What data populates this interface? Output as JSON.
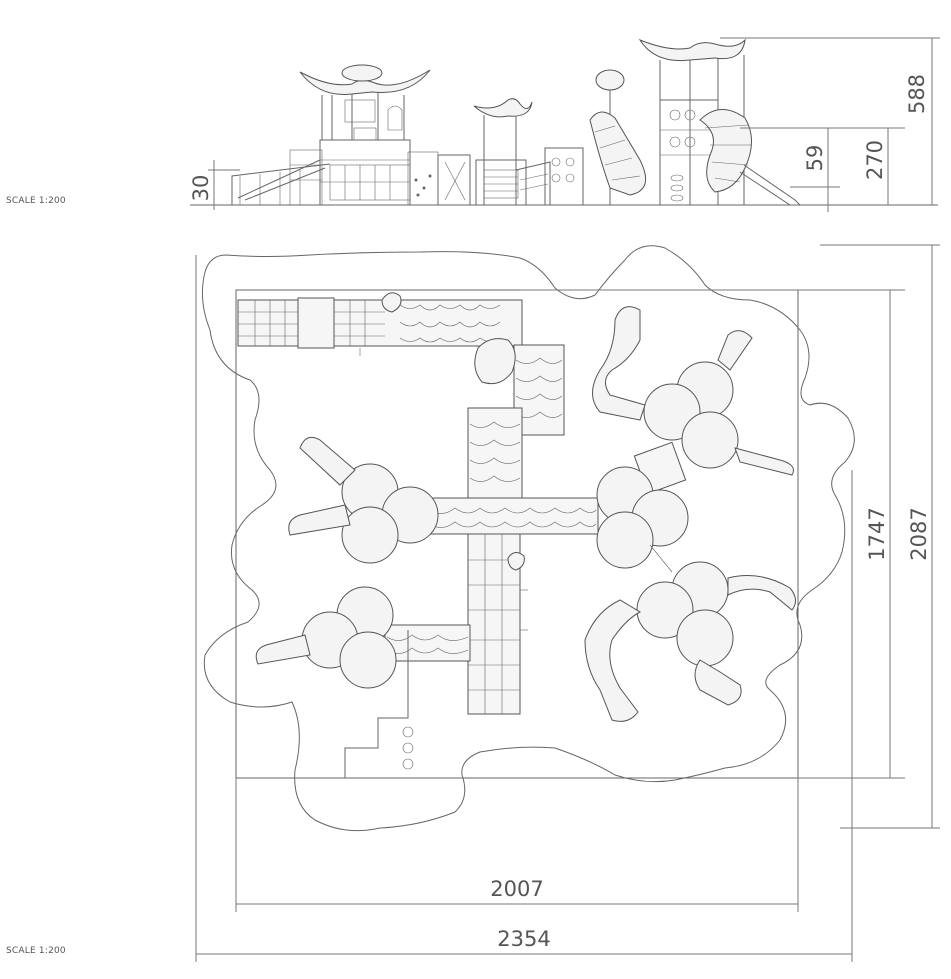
{
  "scale_labels": [
    "SCALE 1:200",
    "SCALE 1:200"
  ],
  "dimensions": {
    "elev_left_height": "30",
    "elev_step_height": "59",
    "elev_platform_height": "270",
    "elev_total_height": "588",
    "plan_inner_depth": "1747",
    "plan_outer_depth": "2087",
    "plan_inner_width": "2007",
    "plan_outer_width": "2354"
  },
  "colors": {
    "line": "#555555",
    "fill": "#f4f4f4",
    "text": "#555555"
  }
}
